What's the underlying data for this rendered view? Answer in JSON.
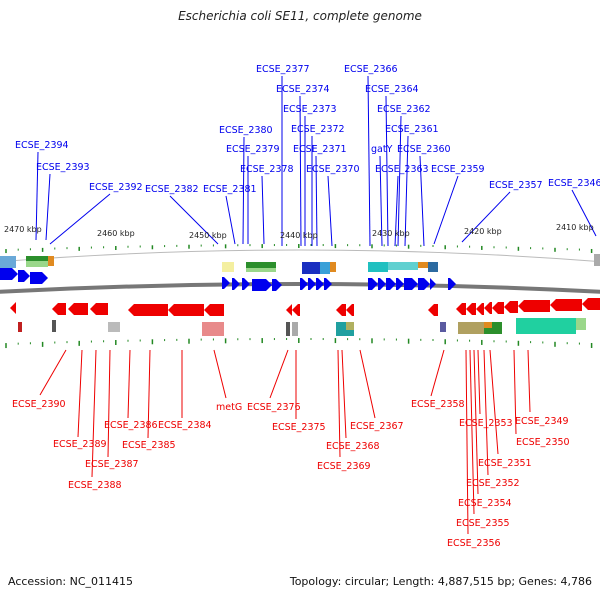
{
  "title": "Escherichia coli SE11, complete genome",
  "footer": {
    "accession": "Accession: NC_011415",
    "summary": "Topology: circular; Length: 4,887,515 bp; Genes: 4,786"
  },
  "colors": {
    "forward": "#0000ee",
    "reverse": "#ee0000",
    "backbone": "#777777",
    "tick": "#228822"
  },
  "scale_labels": [
    "2470 kbp",
    "2460 kbp",
    "2450 kbp",
    "2440 kbp",
    "2430 kbp",
    "2420 kbp",
    "2410 kbp"
  ],
  "forward_genes": [
    "ECSE_2394",
    "ECSE_2393",
    "ECSE_2392",
    "ECSE_2382",
    "ECSE_2381",
    "ECSE_2380",
    "ECSE_2379",
    "ECSE_2378",
    "ECSE_2377",
    "ECSE_2374",
    "ECSE_2373",
    "ECSE_2372",
    "ECSE_2371",
    "ECSE_2370",
    "ECSE_2366",
    "ECSE_2364",
    "ECSE_2362",
    "ECSE_2361",
    "gatY",
    "ECSE_2360",
    "ECSE_2363",
    "ECSE_2359",
    "ECSE_2357",
    "ECSE_2346"
  ],
  "reverse_genes": [
    "ECSE_2390",
    "ECSE_2389",
    "ECSE_2388",
    "ECSE_2387",
    "ECSE_2386",
    "ECSE_2385",
    "ECSE_2384",
    "metG",
    "ECSE_2376",
    "ECSE_2375",
    "ECSE_2368",
    "ECSE_2369",
    "ECSE_2367",
    "ECSE_2358",
    "ECSE_2353",
    "ECSE_2350",
    "ECSE_2351",
    "ECSE_2352",
    "ECSE_2349",
    "ECSE_2354",
    "ECSE_2355",
    "ECSE_2356"
  ]
}
